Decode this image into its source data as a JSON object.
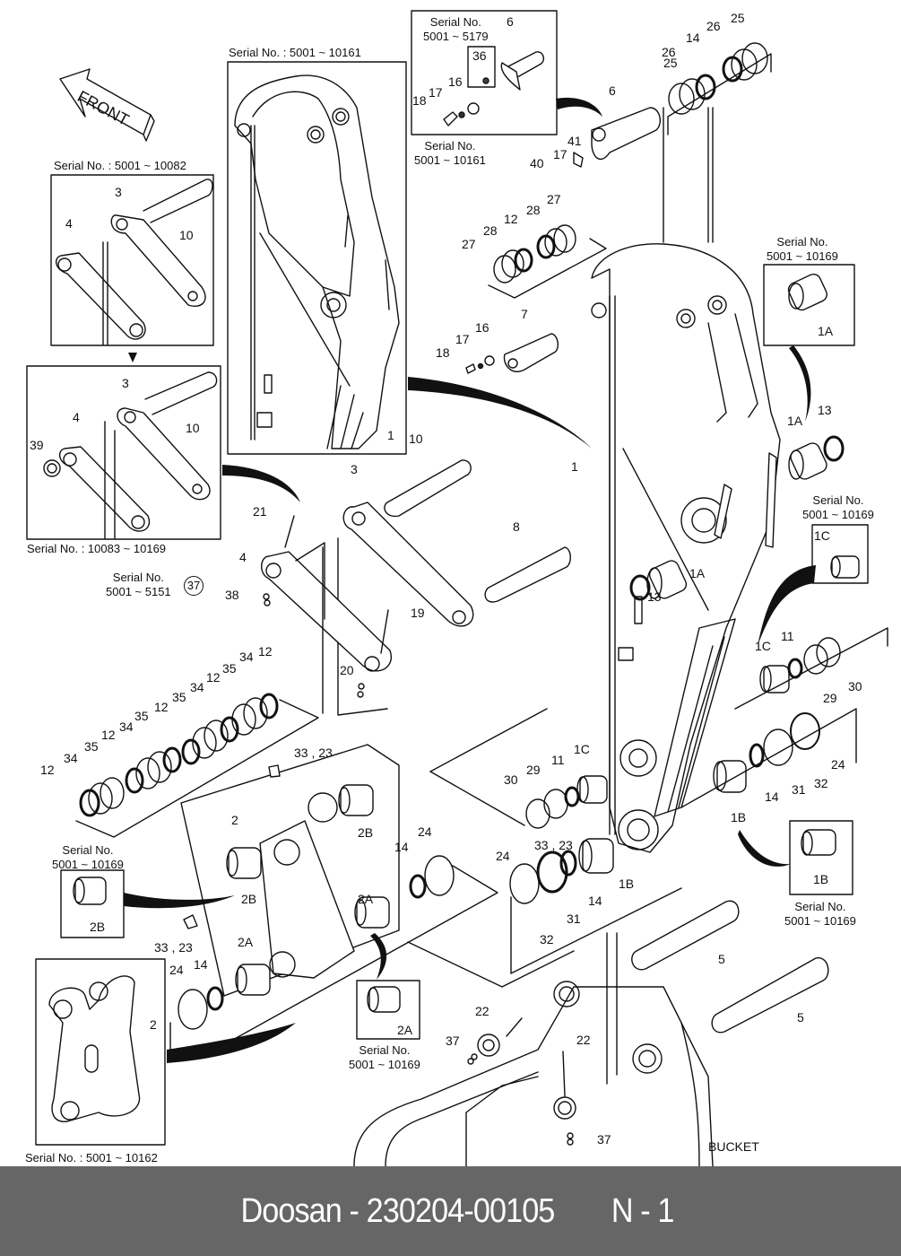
{
  "diagram": {
    "front_label": "FRONT",
    "bucket_label": "BUCKET",
    "serials": {
      "boom_top_box": "Serial No. : 5001 ~ 10161",
      "link_box_a": "Serial No. : 5001 ~ 10082",
      "link_box_b": "Serial No. : 10083 ~ 10169",
      "pin6_box_top": "Serial No.\n5001 ~ 5179",
      "pin6_box_bottom": "Serial No.\n5001 ~ 10161",
      "bushing_1a": "Serial No.\n5001 ~ 10169",
      "bushing_1c": "Serial No.\n5001 ~ 10169",
      "bushing_1b": "Serial No.\n5001 ~ 10169",
      "bushing_2b": "Serial No.\n5001 ~ 10169",
      "bushing_2a": "Serial No.\n5001 ~ 10169",
      "nut_38": "Serial No.\n5001 ~ 5151",
      "link2_box": "Serial No. : 5001 ~ 10162"
    },
    "callouts": {
      "c37_circled": "37",
      "p1_a": "1",
      "p1_b": "1",
      "p1a_a": "1A",
      "p1a_b": "1A",
      "p1a_c": "1A",
      "p1b_a": "1B",
      "p1b_b": "1B",
      "p1b_c": "1B",
      "p1c_a": "1C",
      "p1c_b": "1C",
      "p1c_c": "1C",
      "p2_a": "2",
      "p2_b": "2",
      "p2a_a": "2A",
      "p2a_b": "2A",
      "p2a_c": "2A",
      "p2b_a": "2B",
      "p2b_b": "2B",
      "p2b_c": "2B",
      "p3_a": "3",
      "p3_b": "3",
      "p3_c": "3",
      "p4_a": "4",
      "p4_b": "4",
      "p4_c": "4",
      "p5_a": "5",
      "p5_b": "5",
      "p6_a": "6",
      "p6_b": "6",
      "p7": "7",
      "p8": "8",
      "p10_a": "10",
      "p10_b": "10",
      "p10_c": "10",
      "p11_a": "11",
      "p11_b": "11",
      "p12_a": "12",
      "p12_b": "12",
      "p12_c": "12",
      "p12_d": "12",
      "p12_e": "12",
      "p12_f": "12",
      "p13_a": "13",
      "p13_b": "13",
      "p14_a": "14",
      "p14_b": "14",
      "p14_c": "14",
      "p14_d": "14",
      "p14_e": "14",
      "p16_a": "16",
      "p16_b": "16",
      "p17_a": "17",
      "p17_b": "17",
      "p17_c": "17",
      "p18_a": "18",
      "p18_b": "18",
      "p19": "19",
      "p20": "20",
      "p21": "21",
      "p22_a": "22",
      "p22_b": "22",
      "p24_a": "24",
      "p24_b": "24",
      "p24_c": "24",
      "p24_d": "24",
      "p25_a": "25",
      "p25_b": "25",
      "p26_a": "26",
      "p26_b": "26",
      "p27_a": "27",
      "p27_b": "27",
      "p28_a": "28",
      "p28_b": "28",
      "p29_a": "29",
      "p29_b": "29",
      "p30_a": "30",
      "p30_b": "30",
      "p31_a": "31",
      "p31_b": "31",
      "p32_a": "32",
      "p32_b": "32",
      "p33_a": "33 , 23",
      "p33_b": "33 , 23",
      "p33_c": "33 , 23",
      "p34_a": "34",
      "p34_b": "34",
      "p34_c": "34",
      "p34_d": "34",
      "p35_a": "35",
      "p35_b": "35",
      "p35_c": "35",
      "p35_d": "35",
      "p36": "36",
      "p37_a": "37",
      "p37_b": "37",
      "p38": "38",
      "p39": "39",
      "p40": "40",
      "p41": "41"
    }
  },
  "footer": {
    "brand_part": "Doosan - 230204-00105",
    "page": "N - 1"
  }
}
